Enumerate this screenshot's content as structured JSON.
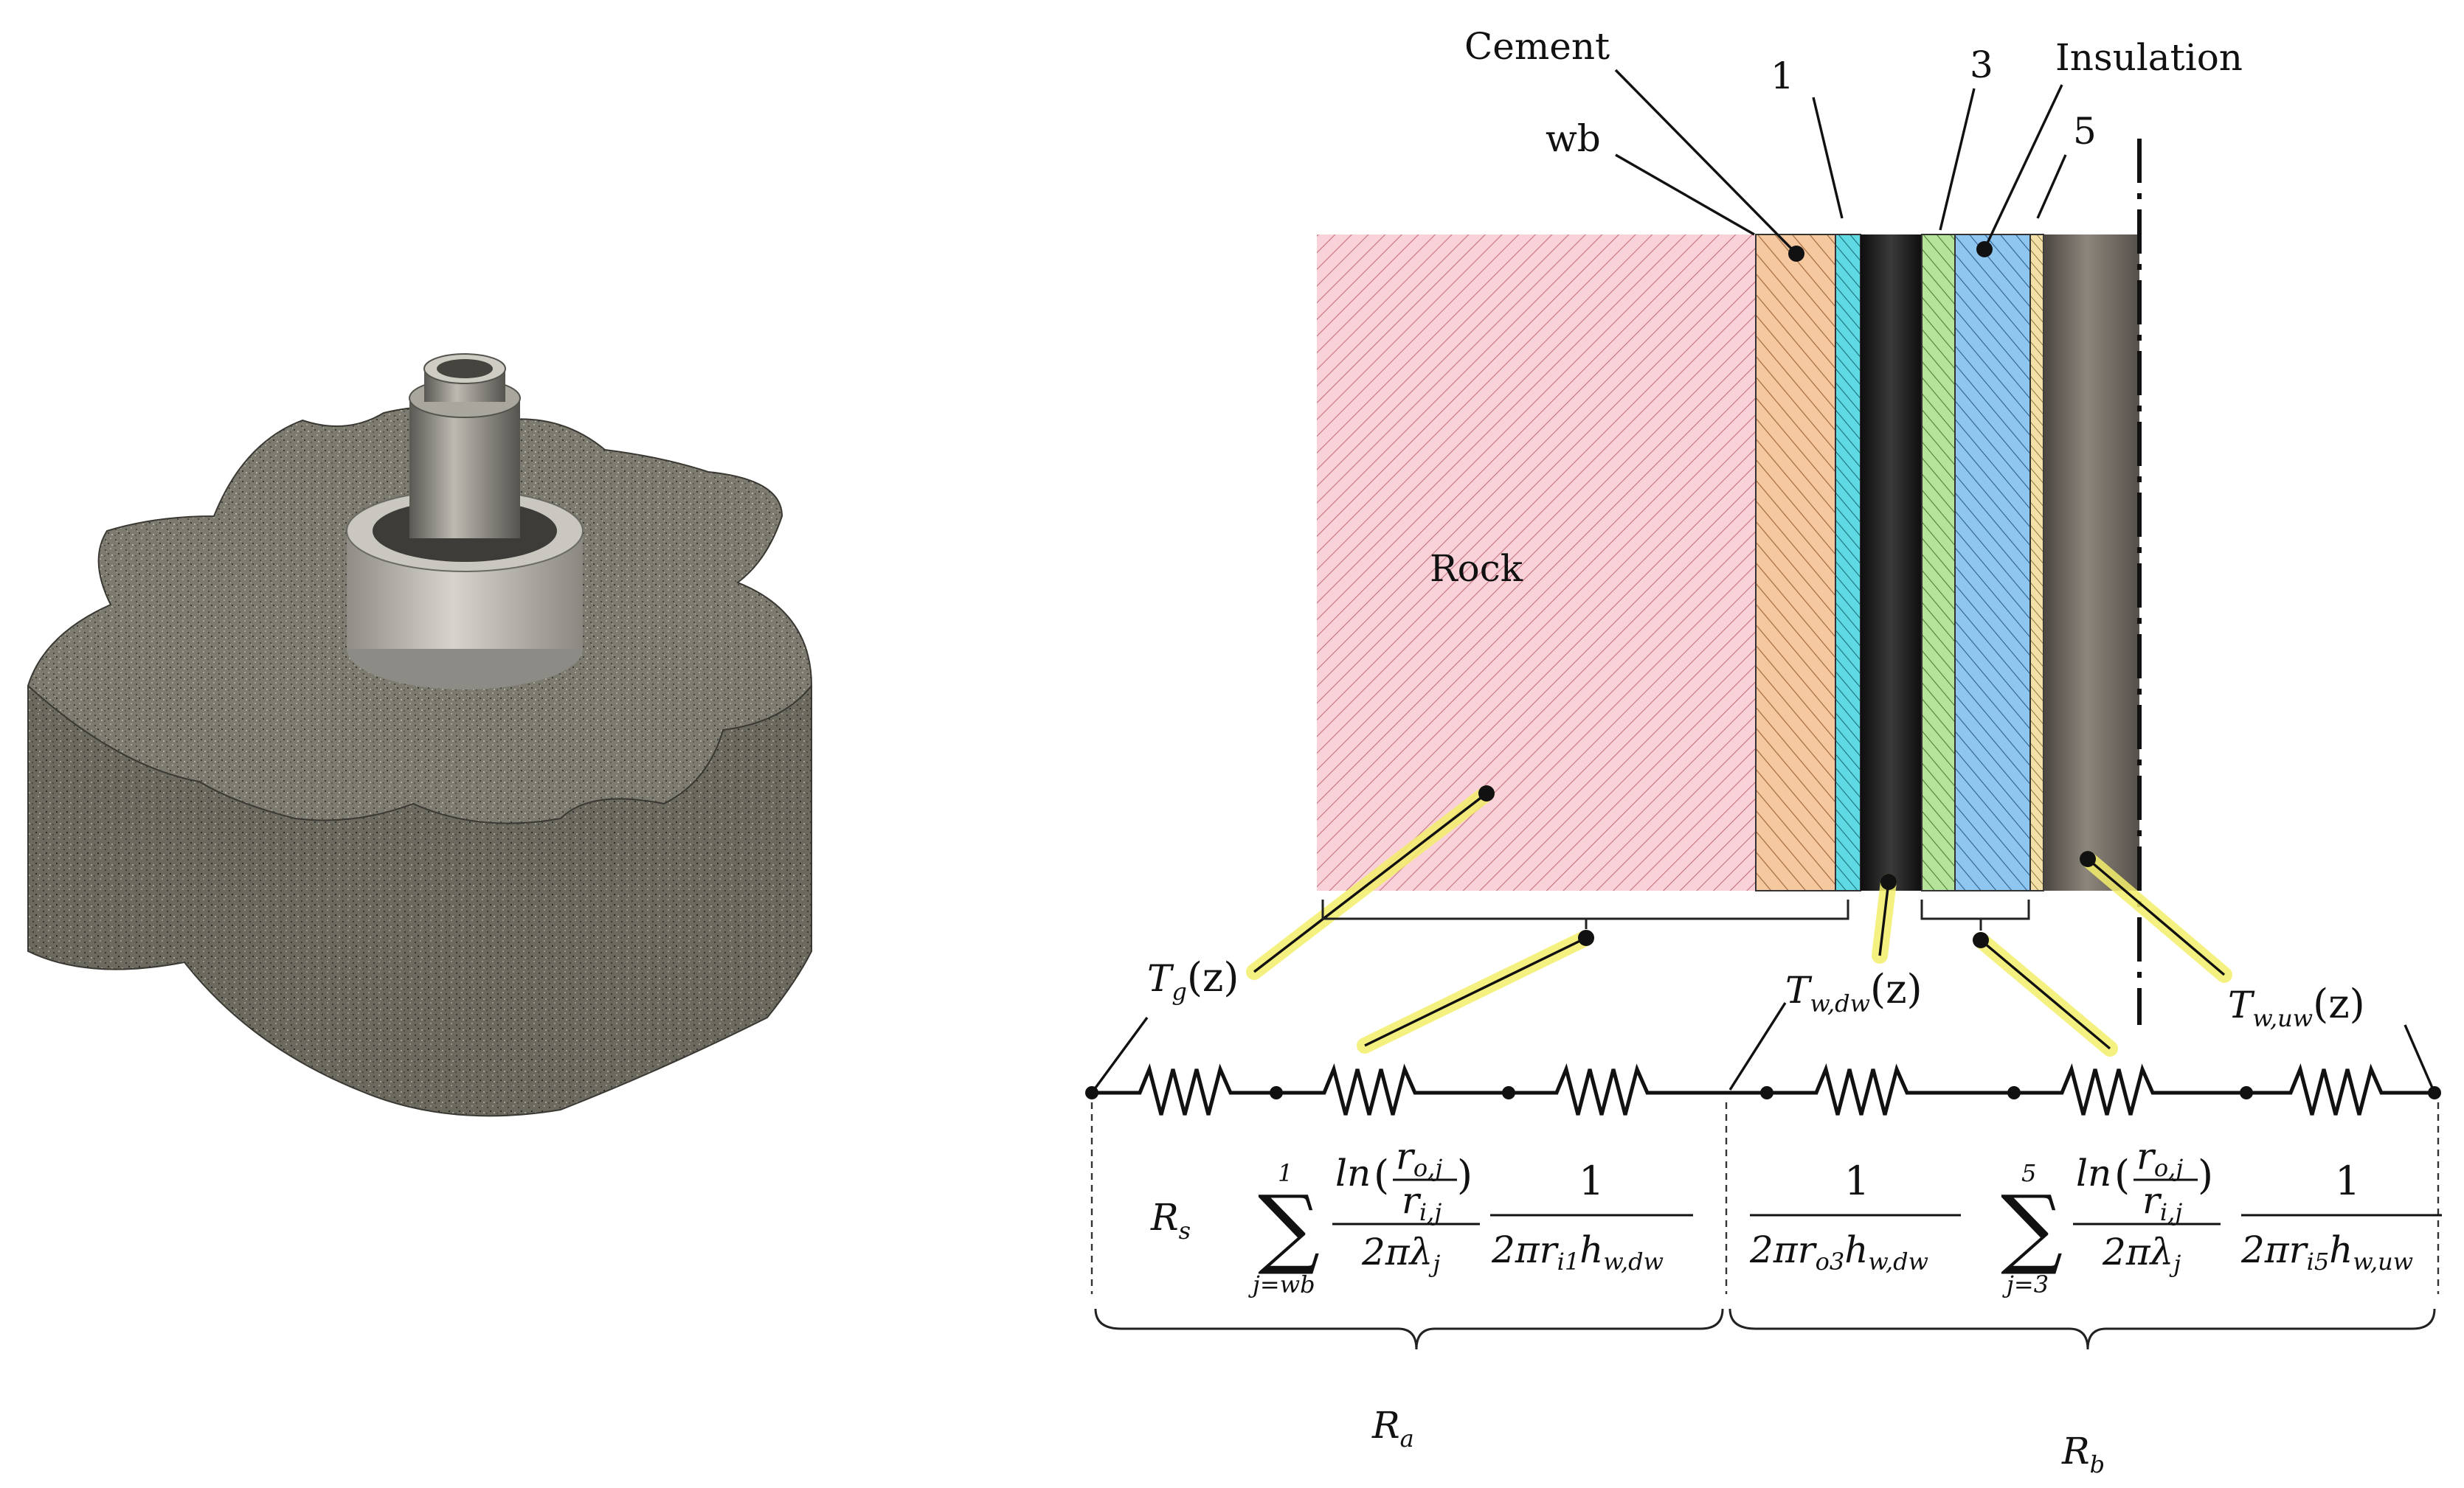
{
  "figure": {
    "layers": {
      "rock": "Rock",
      "cement": "Cement",
      "wellbore": "wb",
      "layer_1": "1",
      "layer_3": "3",
      "insulation": "Insulation",
      "layer_5": "5"
    },
    "temperatures": {
      "ground": {
        "base": "T",
        "sub": "g",
        "arg": "(z)"
      },
      "downward": {
        "base": "T",
        "sub": "w,dw",
        "arg": "(z)"
      },
      "upward": {
        "base": "T",
        "sub": "w,uw",
        "arg": "(z)"
      }
    },
    "resistances": {
      "r_s": {
        "base": "R",
        "sub": "s"
      },
      "r_a": {
        "base": "R",
        "sub": "a"
      },
      "r_b": {
        "base": "R",
        "sub": "b"
      },
      "sum_a": {
        "top": "1",
        "bottom": "j=wb"
      },
      "sum_b": {
        "top": "5",
        "bottom": "j=3"
      },
      "conduction": {
        "ln": "ln",
        "ro": "r",
        "ro_sub": "o,j",
        "ri": "r",
        "ri_sub": "i,j",
        "den": "2πλ",
        "den_sub": "j"
      },
      "conv_1": {
        "num": "1",
        "den": "2πr",
        "den_sub1": "i1",
        "den_h": "h",
        "den_sub2": "w,dw"
      },
      "conv_2": {
        "num": "1",
        "den": "2πr",
        "den_sub1": "o3",
        "den_h": "h",
        "den_sub2": "w,dw"
      },
      "conv_3": {
        "num": "1",
        "den": "2πr",
        "den_sub1": "i5",
        "den_h": "h",
        "den_sub2": "w,uw"
      }
    },
    "colors": {
      "rock": "#f8d2d8",
      "cement": "#f6c8a0",
      "layer_1": "#5fd9e4",
      "pipe": "#1c1c1c",
      "layer_3": "#b6e39a",
      "insulation": "#8ec6ef",
      "layer_5": "#f3dfa8",
      "inner_fluid": "#7a746c",
      "highlight": "#f3ee6b",
      "granite": "#7d7a6f"
    }
  }
}
